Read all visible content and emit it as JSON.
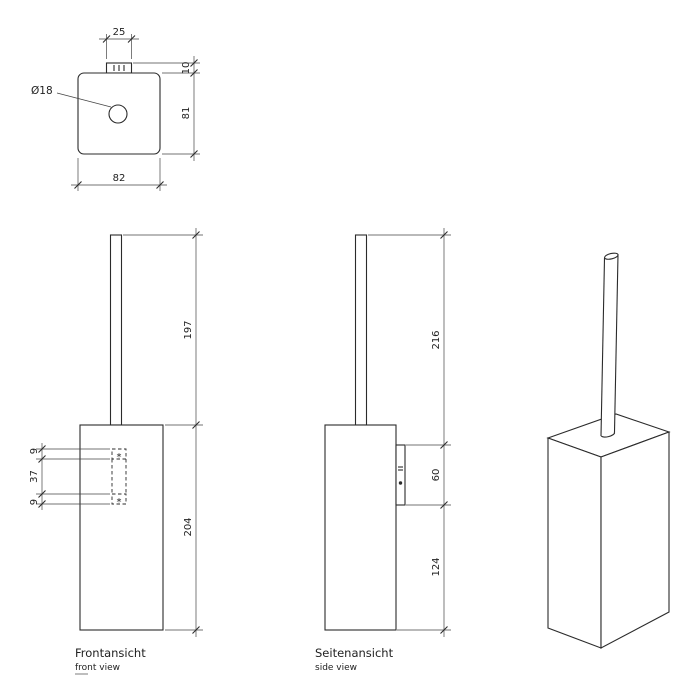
{
  "drawing": {
    "top_view": {
      "dims": {
        "tab_width": "25",
        "tab_height": "10",
        "body_height": "81",
        "body_width": "82",
        "hole_diameter": "Ø18"
      }
    },
    "front_view": {
      "label": "Frontansicht",
      "sublabel": "front view",
      "slot_marker": "*",
      "dims": {
        "handle_length": "197",
        "body_height": "204",
        "slot_top": "9",
        "slot_gap": "37",
        "slot_bottom": "9"
      }
    },
    "side_view": {
      "label": "Seitenansicht",
      "sublabel": "side view",
      "dims": {
        "handle_length": "216",
        "plate_height": "60",
        "below_plate": "124"
      }
    }
  }
}
